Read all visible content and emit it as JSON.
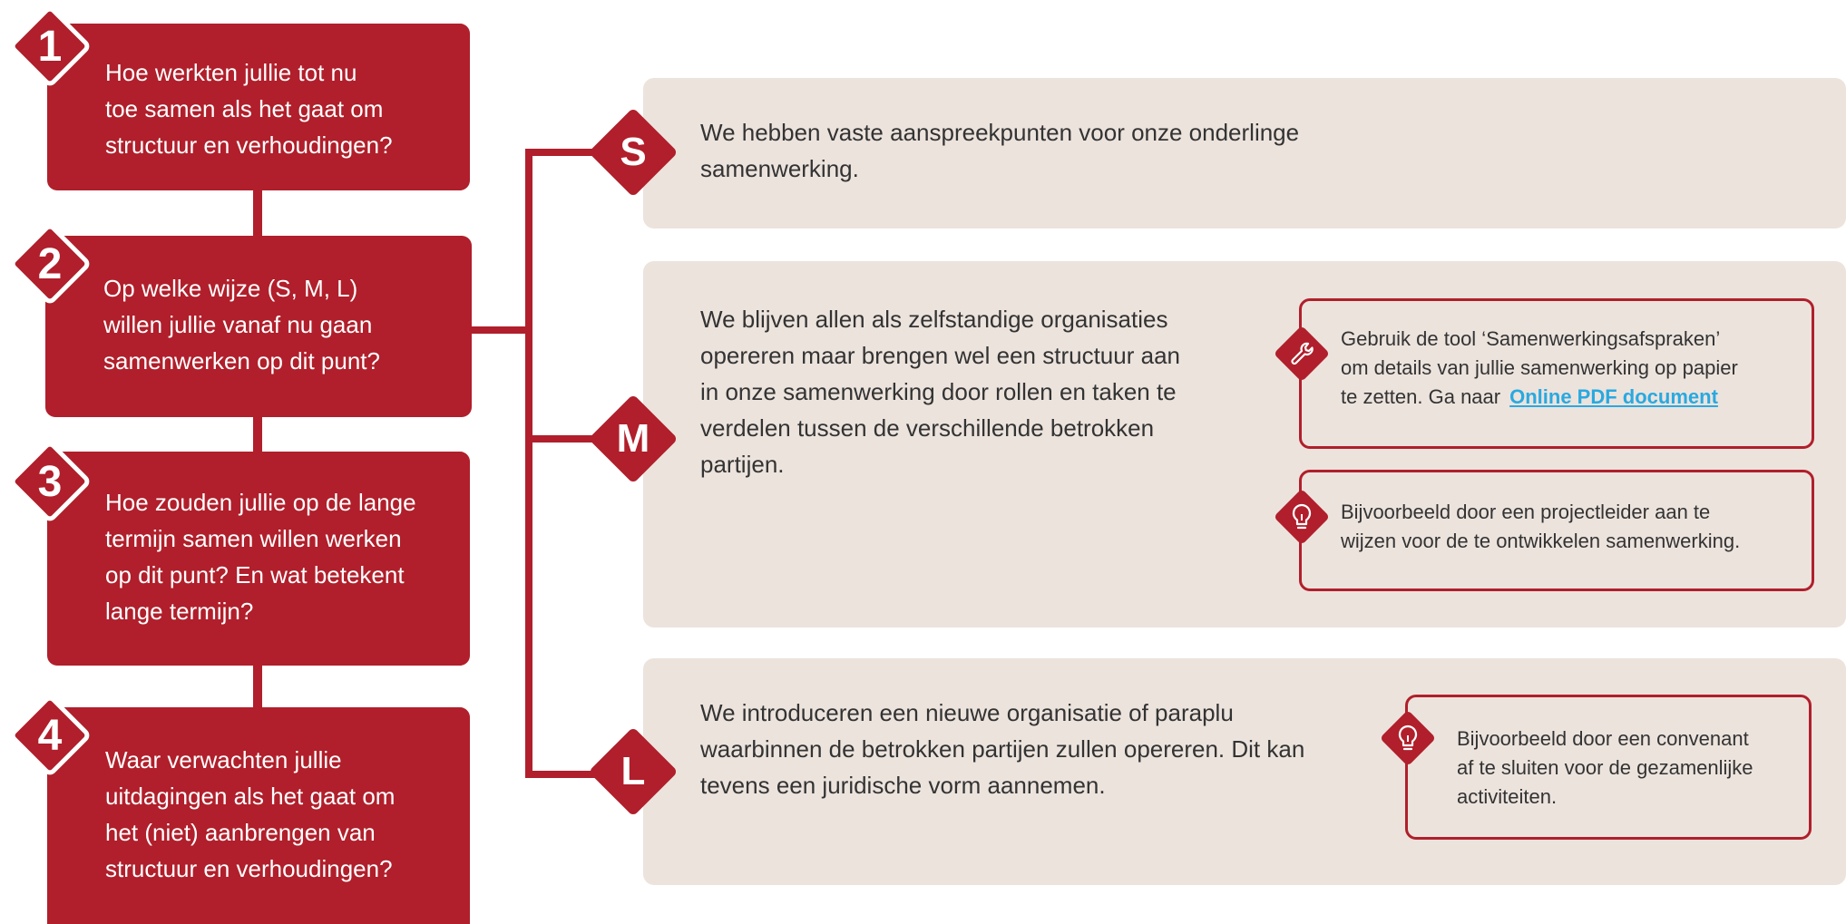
{
  "questions": [
    {
      "number": "1",
      "text": "Hoe werkten jullie tot nu\ntoe samen als het gaat om\nstructuur en verhoudingen?"
    },
    {
      "number": "2",
      "text": "Op welke wijze (S, M, L)\nwillen jullie vanaf nu gaan\nsamenwerken op dit punt?"
    },
    {
      "number": "3",
      "text": "Hoe zouden jullie op de lange\ntermijn samen willen werken\nop dit punt? En wat betekent\nlange termijn?"
    },
    {
      "number": "4",
      "text": "Waar verwachten jullie\nuitdagingen als het gaat om\nhet (niet) aanbrengen van\nstructuur en verhoudingen?"
    }
  ],
  "options": {
    "s": {
      "label": "S",
      "text": "We hebben vaste aanspreekpunten voor onze onderlinge\nsamenwerking."
    },
    "m": {
      "label": "M",
      "text": "We blijven allen als zelfstandige organisaties\nopereren maar brengen wel een structuur aan\nin onze samenwerking door rollen en taken te\nverdelen tussen de verschillende betrokken\npartijen.",
      "tool_tip": {
        "icon": "wrench-icon",
        "text": "Gebruik de tool ‘Samenwerkingsafspraken’\nom details van jullie samenwerking op papier\nte zetten. Ga naar",
        "link_text": "Online PDF document"
      },
      "idea_tip": {
        "icon": "lightbulb-icon",
        "text": "Bijvoorbeeld door een projectleider aan te\nwijzen voor de te ontwikkelen samenwerking."
      }
    },
    "l": {
      "label": "L",
      "text": "We introduceren een nieuwe organisatie of paraplu\nwaarbinnen de betrokken partijen zullen opereren. Dit kan\ntevens een juridische vorm aannemen.",
      "idea_tip": {
        "icon": "lightbulb-icon",
        "text": "Bijvoorbeeld door een convenant\naf te sluiten voor de gezamenlijke\nactiviteiten."
      }
    }
  },
  "colors": {
    "accent": "#b01f2b",
    "panel": "#ece3dd",
    "link": "#29a9e0",
    "text": "#333333"
  }
}
